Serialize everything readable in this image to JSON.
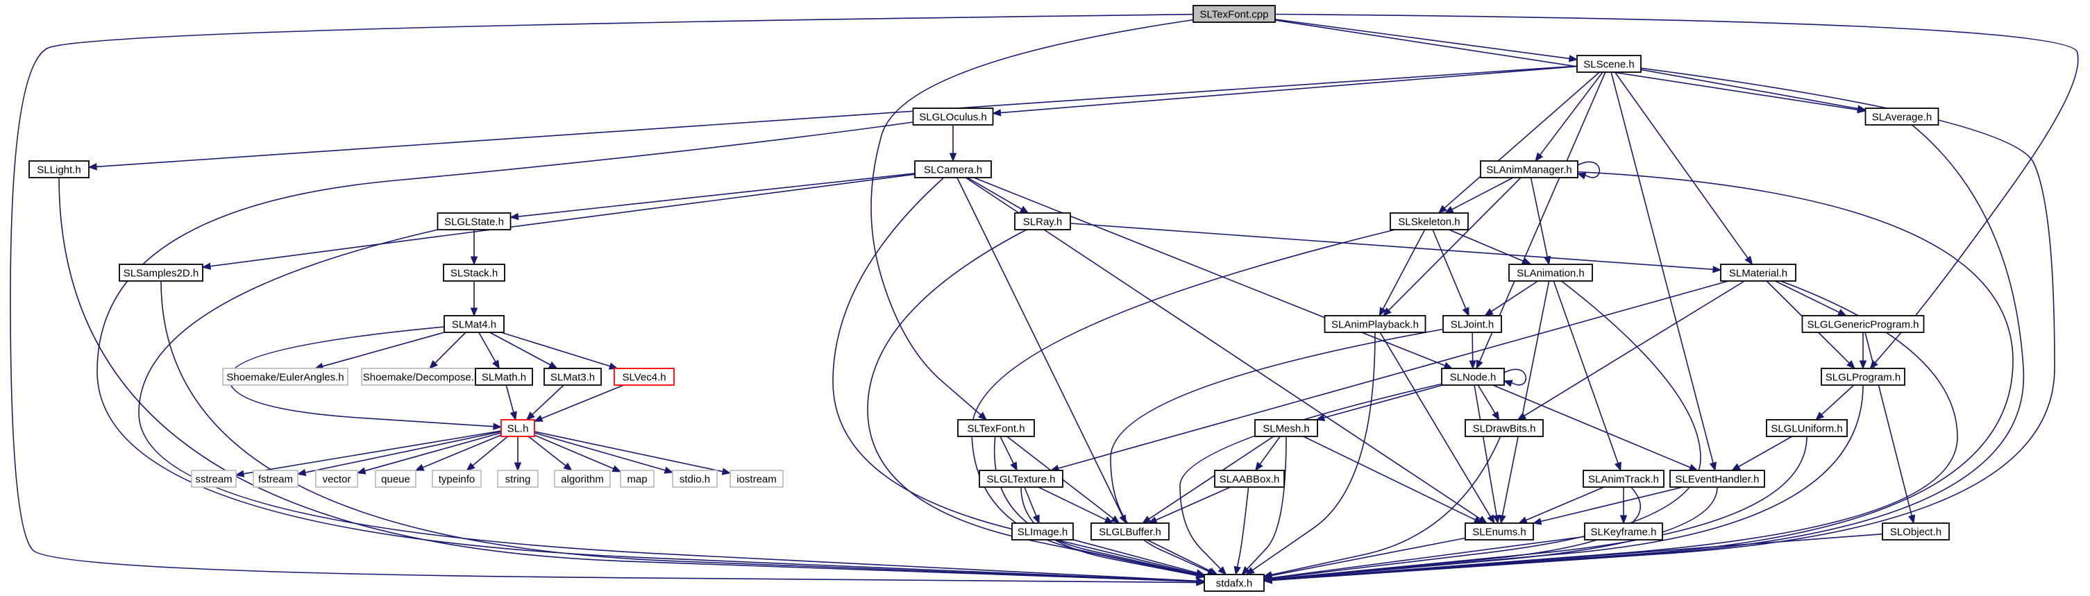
{
  "colors": {
    "edge": "#191970",
    "box_border": "#000000",
    "box_fill": "#ffffff",
    "root_fill": "#bfbfbf",
    "truncated_border": "#ff0000",
    "external_border": "#bfbfbf",
    "external_text": "#404040"
  },
  "nodes": [
    {
      "id": "SLTexFont.cpp",
      "label": "SLTexFont.cpp",
      "kind": "root"
    },
    {
      "id": "SLScene.h",
      "label": "SLScene.h",
      "kind": "normal"
    },
    {
      "id": "SLGLOculus.h",
      "label": "SLGLOculus.h",
      "kind": "normal"
    },
    {
      "id": "SLLight.h",
      "label": "SLLight.h",
      "kind": "normal"
    },
    {
      "id": "SLCamera.h",
      "label": "SLCamera.h",
      "kind": "normal"
    },
    {
      "id": "SLAnimManager.h",
      "label": "SLAnimManager.h",
      "kind": "normal"
    },
    {
      "id": "SLAverage.h",
      "label": "SLAverage.h",
      "kind": "normal"
    },
    {
      "id": "SLGLState.h",
      "label": "SLGLState.h",
      "kind": "normal"
    },
    {
      "id": "SLRay.h",
      "label": "SLRay.h",
      "kind": "normal"
    },
    {
      "id": "SLSkeleton.h",
      "label": "SLSkeleton.h",
      "kind": "normal"
    },
    {
      "id": "SLSamples2D.h",
      "label": "SLSamples2D.h",
      "kind": "normal"
    },
    {
      "id": "SLStack.h",
      "label": "SLStack.h",
      "kind": "normal"
    },
    {
      "id": "SLAnimation.h",
      "label": "SLAnimation.h",
      "kind": "normal"
    },
    {
      "id": "SLMaterial.h",
      "label": "SLMaterial.h",
      "kind": "normal"
    },
    {
      "id": "SLMat4.h",
      "label": "SLMat4.h",
      "kind": "normal"
    },
    {
      "id": "SLAnimPlayback.h",
      "label": "SLAnimPlayback.h",
      "kind": "normal"
    },
    {
      "id": "SLJoint.h",
      "label": "SLJoint.h",
      "kind": "normal"
    },
    {
      "id": "SLGLGenericProgram.h",
      "label": "SLGLGenericProgram.h",
      "kind": "normal"
    },
    {
      "id": "Shoemake/EulerAngles.h",
      "label": "Shoemake/EulerAngles.h",
      "kind": "external"
    },
    {
      "id": "Shoemake/Decompose.h",
      "label": "Shoemake/Decompose.h",
      "kind": "external"
    },
    {
      "id": "SLMath.h",
      "label": "SLMath.h",
      "kind": "normal"
    },
    {
      "id": "SLMat3.h",
      "label": "SLMat3.h",
      "kind": "normal"
    },
    {
      "id": "SLVec4.h",
      "label": "SLVec4.h",
      "kind": "truncated"
    },
    {
      "id": "SLNode.h",
      "label": "SLNode.h",
      "kind": "normal"
    },
    {
      "id": "SLGLProgram.h",
      "label": "SLGLProgram.h",
      "kind": "normal"
    },
    {
      "id": "SL.h",
      "label": "SL.h",
      "kind": "truncated"
    },
    {
      "id": "SLTexFont.h",
      "label": "SLTexFont.h",
      "kind": "normal"
    },
    {
      "id": "SLMesh.h",
      "label": "SLMesh.h",
      "kind": "normal"
    },
    {
      "id": "SLDrawBits.h",
      "label": "SLDrawBits.h",
      "kind": "normal"
    },
    {
      "id": "SLGLUniform.h",
      "label": "SLGLUniform.h",
      "kind": "normal"
    },
    {
      "id": "sstream",
      "label": "sstream",
      "kind": "external"
    },
    {
      "id": "fstream",
      "label": "fstream",
      "kind": "external"
    },
    {
      "id": "vector",
      "label": "vector",
      "kind": "external"
    },
    {
      "id": "queue",
      "label": "queue",
      "kind": "external"
    },
    {
      "id": "typeinfo",
      "label": "typeinfo",
      "kind": "external"
    },
    {
      "id": "string",
      "label": "string",
      "kind": "external"
    },
    {
      "id": "algorithm",
      "label": "algorithm",
      "kind": "external"
    },
    {
      "id": "map",
      "label": "map",
      "kind": "external"
    },
    {
      "id": "stdio.h",
      "label": "stdio.h",
      "kind": "external"
    },
    {
      "id": "iostream",
      "label": "iostream",
      "kind": "external"
    },
    {
      "id": "SLGLTexture.h",
      "label": "SLGLTexture.h",
      "kind": "normal"
    },
    {
      "id": "SLAABBox.h",
      "label": "SLAABBox.h",
      "kind": "normal"
    },
    {
      "id": "SLAnimTrack.h",
      "label": "SLAnimTrack.h",
      "kind": "normal"
    },
    {
      "id": "SLEventHandler.h",
      "label": "SLEventHandler.h",
      "kind": "normal"
    },
    {
      "id": "SLImage.h",
      "label": "SLImage.h",
      "kind": "normal"
    },
    {
      "id": "SLGLBuffer.h",
      "label": "SLGLBuffer.h",
      "kind": "normal"
    },
    {
      "id": "SLEnums.h",
      "label": "SLEnums.h",
      "kind": "normal"
    },
    {
      "id": "SLKeyframe.h",
      "label": "SLKeyframe.h",
      "kind": "normal"
    },
    {
      "id": "SLObject.h",
      "label": "SLObject.h",
      "kind": "normal"
    },
    {
      "id": "stdafx.h",
      "label": "stdafx.h",
      "kind": "normal"
    }
  ],
  "edges": [
    [
      "SLTexFont.cpp",
      "SLScene.h"
    ],
    [
      "SLTexFont.cpp",
      "SLTexFont.h"
    ],
    [
      "SLTexFont.cpp",
      "stdafx.h"
    ],
    [
      "SLTexFont.cpp",
      "SLGLProgram.h"
    ],
    [
      "SLTexFont.cpp",
      "SLAverage.h"
    ],
    [
      "SLScene.h",
      "SLGLOculus.h"
    ],
    [
      "SLScene.h",
      "SLLight.h"
    ],
    [
      "SLScene.h",
      "SLAnimManager.h"
    ],
    [
      "SLScene.h",
      "SLAverage.h"
    ],
    [
      "SLScene.h",
      "SLSkeleton.h"
    ],
    [
      "SLScene.h",
      "SLMaterial.h"
    ],
    [
      "SLScene.h",
      "SLNode.h"
    ],
    [
      "SLScene.h",
      "SLEventHandler.h"
    ],
    [
      "SLScene.h",
      "stdafx.h"
    ],
    [
      "SLGLOculus.h",
      "SLCamera.h"
    ],
    [
      "SLGLOculus.h",
      "stdafx.h"
    ],
    [
      "SLLight.h",
      "stdafx.h"
    ],
    [
      "SLCamera.h",
      "SLGLState.h"
    ],
    [
      "SLCamera.h",
      "SLRay.h"
    ],
    [
      "SLCamera.h",
      "SLSamples2D.h"
    ],
    [
      "SLCamera.h",
      "SLNode.h"
    ],
    [
      "SLCamera.h",
      "SLGLBuffer.h"
    ],
    [
      "SLCamera.h",
      "SLEnums.h"
    ],
    [
      "SLCamera.h",
      "stdafx.h"
    ],
    [
      "SLAnimManager.h",
      "SLAnimManager.h"
    ],
    [
      "SLAnimManager.h",
      "SLSkeleton.h"
    ],
    [
      "SLAnimManager.h",
      "SLAnimation.h"
    ],
    [
      "SLAnimManager.h",
      "SLAnimPlayback.h"
    ],
    [
      "SLAnimManager.h",
      "stdafx.h"
    ],
    [
      "SLAverage.h",
      "stdafx.h"
    ],
    [
      "SLGLState.h",
      "SLStack.h"
    ],
    [
      "SLGLState.h",
      "stdafx.h"
    ],
    [
      "SLRay.h",
      "SLMaterial.h"
    ],
    [
      "SLRay.h",
      "stdafx.h"
    ],
    [
      "SLSkeleton.h",
      "SLAnimation.h"
    ],
    [
      "SLSkeleton.h",
      "SLAnimPlayback.h"
    ],
    [
      "SLSkeleton.h",
      "SLJoint.h"
    ],
    [
      "SLSkeleton.h",
      "stdafx.h"
    ],
    [
      "SLSamples2D.h",
      "stdafx.h"
    ],
    [
      "SLStack.h",
      "SLMat4.h"
    ],
    [
      "SLAnimation.h",
      "SLJoint.h"
    ],
    [
      "SLAnimation.h",
      "SLAnimTrack.h"
    ],
    [
      "SLAnimation.h",
      "SLEnums.h"
    ],
    [
      "SLAnimation.h",
      "stdafx.h"
    ],
    [
      "SLMaterial.h",
      "SLGLGenericProgram.h"
    ],
    [
      "SLMaterial.h",
      "SLGLProgram.h"
    ],
    [
      "SLMaterial.h",
      "SLDrawBits.h"
    ],
    [
      "SLMaterial.h",
      "SLGLTexture.h"
    ],
    [
      "SLMaterial.h",
      "stdafx.h"
    ],
    [
      "SLMat4.h",
      "Shoemake/EulerAngles.h"
    ],
    [
      "SLMat4.h",
      "Shoemake/Decompose.h"
    ],
    [
      "SLMat4.h",
      "SLMath.h"
    ],
    [
      "SLMat4.h",
      "SLMat3.h"
    ],
    [
      "SLMat4.h",
      "SLVec4.h"
    ],
    [
      "SLMat4.h",
      "SL.h"
    ],
    [
      "SLAnimPlayback.h",
      "SLEnums.h"
    ],
    [
      "SLAnimPlayback.h",
      "stdafx.h"
    ],
    [
      "SLJoint.h",
      "SLNode.h"
    ],
    [
      "SLJoint.h",
      "stdafx.h"
    ],
    [
      "SLGLGenericProgram.h",
      "SLGLProgram.h"
    ],
    [
      "SLGLGenericProgram.h",
      "SLObject.h"
    ],
    [
      "SLMath.h",
      "SL.h"
    ],
    [
      "SLMat3.h",
      "SL.h"
    ],
    [
      "SLVec4.h",
      "SL.h"
    ],
    [
      "SLNode.h",
      "SLNode.h"
    ],
    [
      "SLNode.h",
      "SLMesh.h"
    ],
    [
      "SLNode.h",
      "SLDrawBits.h"
    ],
    [
      "SLNode.h",
      "SLEventHandler.h"
    ],
    [
      "SLNode.h",
      "SLEnums.h"
    ],
    [
      "SLNode.h",
      "stdafx.h"
    ],
    [
      "SLGLProgram.h",
      "SLGLUniform.h"
    ],
    [
      "SLGLProgram.h",
      "stdafx.h"
    ],
    [
      "SL.h",
      "sstream"
    ],
    [
      "SL.h",
      "fstream"
    ],
    [
      "SL.h",
      "vector"
    ],
    [
      "SL.h",
      "queue"
    ],
    [
      "SL.h",
      "typeinfo"
    ],
    [
      "SL.h",
      "string"
    ],
    [
      "SL.h",
      "algorithm"
    ],
    [
      "SL.h",
      "map"
    ],
    [
      "SL.h",
      "stdio.h"
    ],
    [
      "SL.h",
      "iostream"
    ],
    [
      "SLTexFont.h",
      "SLGLTexture.h"
    ],
    [
      "SLTexFont.h",
      "SLGLBuffer.h"
    ],
    [
      "SLTexFont.h",
      "stdafx.h"
    ],
    [
      "SLMesh.h",
      "SLAABBox.h"
    ],
    [
      "SLMesh.h",
      "SLGLBuffer.h"
    ],
    [
      "SLMesh.h",
      "SLEnums.h"
    ],
    [
      "SLMesh.h",
      "stdafx.h"
    ],
    [
      "SLDrawBits.h",
      "stdafx.h"
    ],
    [
      "SLGLUniform.h",
      "SLEventHandler.h"
    ],
    [
      "SLGLUniform.h",
      "stdafx.h"
    ],
    [
      "SLGLTexture.h",
      "SLImage.h"
    ],
    [
      "SLGLTexture.h",
      "SLGLBuffer.h"
    ],
    [
      "SLGLTexture.h",
      "stdafx.h"
    ],
    [
      "SLAABBox.h",
      "SLGLBuffer.h"
    ],
    [
      "SLAABBox.h",
      "stdafx.h"
    ],
    [
      "SLAnimTrack.h",
      "SLEnums.h"
    ],
    [
      "SLAnimTrack.h",
      "SLKeyframe.h"
    ],
    [
      "SLAnimTrack.h",
      "stdafx.h"
    ],
    [
      "SLEventHandler.h",
      "SLEnums.h"
    ],
    [
      "SLEventHandler.h",
      "stdafx.h"
    ],
    [
      "SLImage.h",
      "stdafx.h"
    ],
    [
      "SLGLBuffer.h",
      "stdafx.h"
    ],
    [
      "SLEnums.h",
      "stdafx.h"
    ],
    [
      "SLKeyframe.h",
      "stdafx.h"
    ],
    [
      "SLObject.h",
      "stdafx.h"
    ]
  ]
}
